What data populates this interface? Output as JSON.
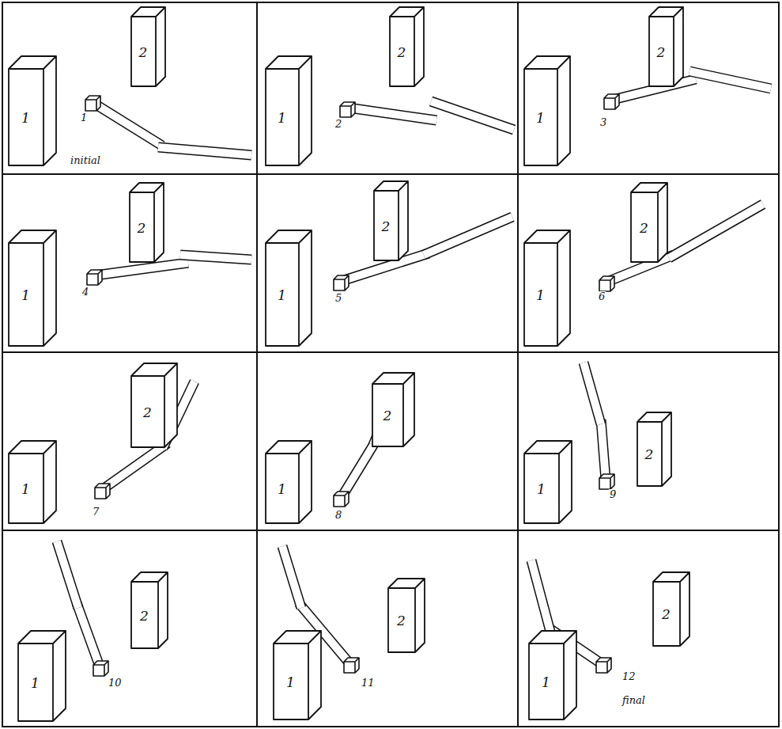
{
  "diagram": {
    "nodes": [
      {
        "text": [
          "2"
        ]
      },
      {
        "text": [
          "1"
        ]
      },
      {
        "text": [
          "2"
        ]
      },
      {
        "text": [
          "1"
        ]
      },
      {
        "text": [
          "2"
        ]
      },
      {
        "text": [
          "1"
        ]
      },
      {
        "text": [
          "2"
        ]
      },
      {
        "text": [
          "1"
        ]
      },
      {
        "text": [
          "2"
        ]
      },
      {
        "text": [
          "1"
        ]
      },
      {
        "text": [
          "2"
        ]
      },
      {
        "text": [
          "1"
        ]
      },
      {
        "text": [
          "2"
        ]
      },
      {
        "text": [
          "1"
        ]
      },
      {
        "text": [
          "2"
        ]
      },
      {
        "text": [
          "1"
        ]
      },
      {
        "text": [
          "2"
        ]
      },
      {
        "text": [
          "1"
        ]
      },
      {
        "text": [
          "2"
        ]
      },
      {
        "text": [
          "1"
        ]
      },
      {
        "text": [
          "2"
        ]
      },
      {
        "text": [
          "1"
        ]
      },
      {
        "text": [
          "2"
        ]
      },
      {
        "text": [
          "1"
        ]
      }
    ],
    "labels": [
      "1",
      "initial",
      "2",
      "3",
      "4",
      "5",
      "6",
      "7",
      "8",
      "9",
      "10",
      "11",
      "12",
      "final"
    ]
  }
}
